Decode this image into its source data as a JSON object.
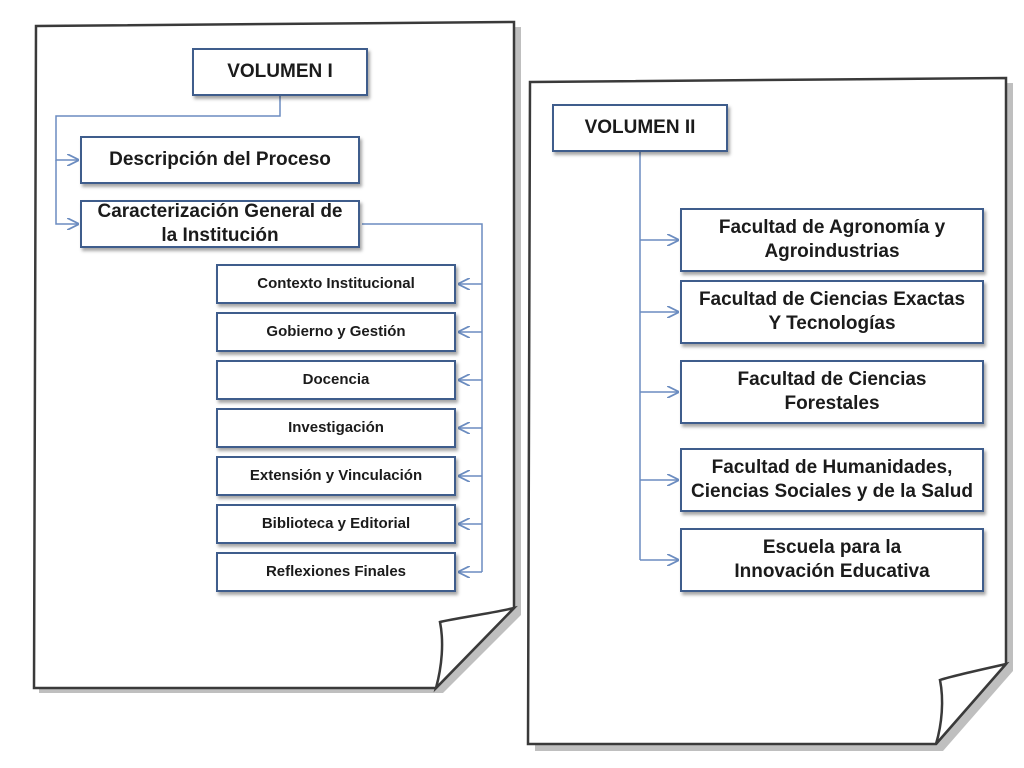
{
  "colors": {
    "box_border": "#3f5d8c",
    "connector": "#6b8cc0",
    "page_fill": "#ffffff",
    "page_border": "#3a3a3a"
  },
  "volume1": {
    "title": "VOLUMEN I",
    "items": [
      "Descripción del Proceso",
      "Caracterización General de la Institución"
    ],
    "subitems": [
      "Contexto Institucional",
      "Gobierno y Gestión",
      "Docencia",
      "Investigación",
      "Extensión y Vinculación",
      "Biblioteca y Editorial",
      "Reflexiones Finales"
    ]
  },
  "volume2": {
    "title": "VOLUMEN II",
    "items": [
      "Facultad de Agronomía y Agroindustrias",
      "Facultad de Ciencias Exactas Y Tecnologías",
      "Facultad de Ciencias Forestales",
      "Facultad de Humanidades, Ciencias Sociales y de la Salud",
      "Escuela para la Innovación Educativa"
    ]
  }
}
